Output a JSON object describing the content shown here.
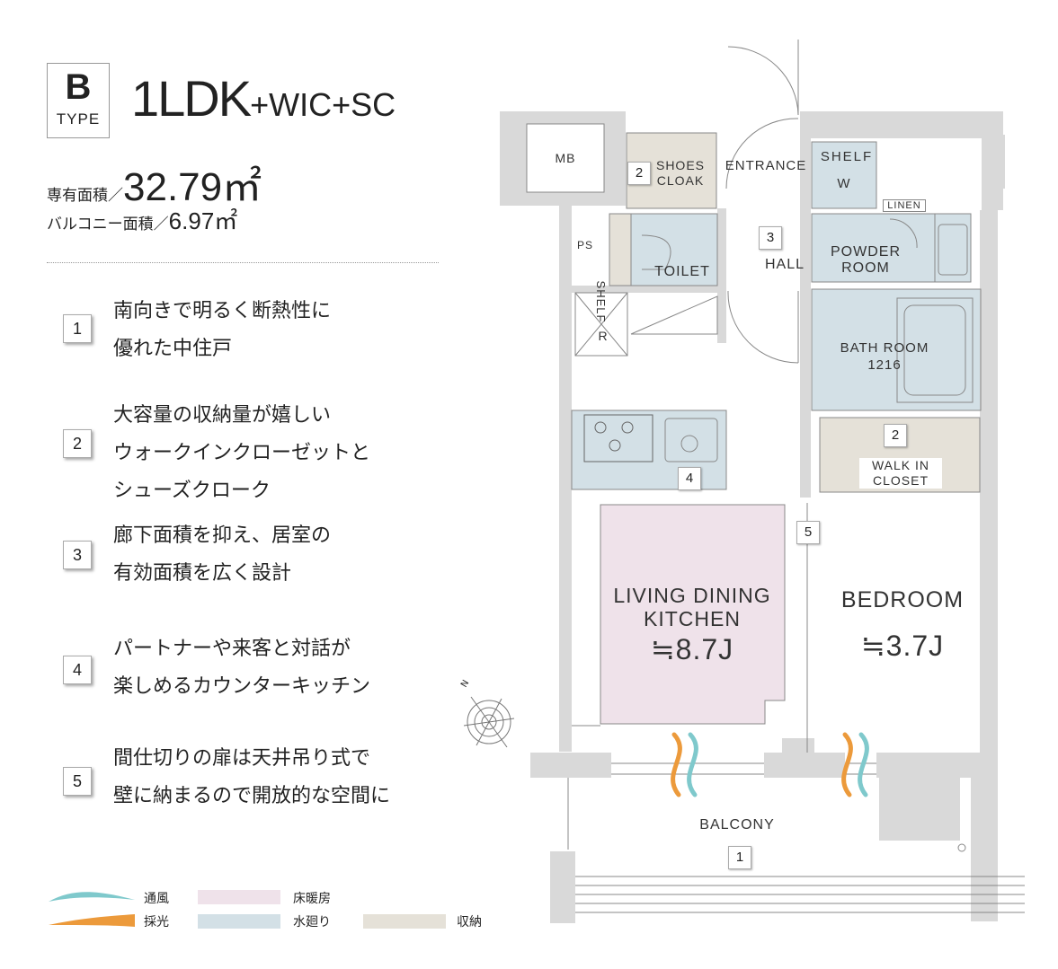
{
  "header": {
    "type_letter": "B",
    "type_word": "TYPE",
    "plan_main": "1LDK",
    "plan_sub": "+WIC+SC",
    "area_label": "専有面積／",
    "area_value": "32.79㎡",
    "balcony_label": "バルコニー面積／",
    "balcony_value": "6.97㎡"
  },
  "features": [
    {
      "num": "1",
      "text": "南向きで明るく断熱性に\n優れた中住戸"
    },
    {
      "num": "2",
      "text": "大容量の収納量が嬉しい\nウォークインクローゼットと\nシューズクローク"
    },
    {
      "num": "3",
      "text": "廊下面積を抑え、居室の\n有効面積を広く設計"
    },
    {
      "num": "4",
      "text": "パートナーや来客と対話が\n楽しめるカウンターキッチン"
    },
    {
      "num": "5",
      "text": "間仕切りの扉は天井吊り式で\n壁に納まるので開放的な空間に"
    }
  ],
  "rooms": {
    "mb": "MB",
    "shoes_cloak": "SHOES\nCLOAK",
    "entrance": "ENTRANCE",
    "shelf_top": "SHELF",
    "w": "W",
    "linen": "LINEN",
    "ps": "PS",
    "shelf_toilet": "SHELF",
    "toilet": "TOILET",
    "hall": "HALL",
    "powder_room": "POWDER\nROOM",
    "r": "R",
    "bath_room": "BATH ROOM\n1216",
    "walk_in_closet": "WALK IN\nCLOSET",
    "ldk": "LIVING DINING\nKITCHEN",
    "ldk_size": "≒8.7J",
    "bedroom": "BEDROOM",
    "bedroom_size": "≒3.7J",
    "balcony": "BALCONY"
  },
  "plan_markers": {
    "shoes": "2",
    "hall": "3",
    "kitchen": "4",
    "wic": "2",
    "door": "5",
    "balcony": "1"
  },
  "compass": "N",
  "legend": {
    "ventilation": "通風",
    "lighting": "採光",
    "floor_heating": "床暖房",
    "water": "水廻り",
    "storage": "収納"
  },
  "colors": {
    "floor_heating": "#efe2ea",
    "water": "#d3e0e6",
    "storage": "#e5e1d8",
    "wind": "#7fc9cc",
    "light": "#ec9a3b"
  }
}
